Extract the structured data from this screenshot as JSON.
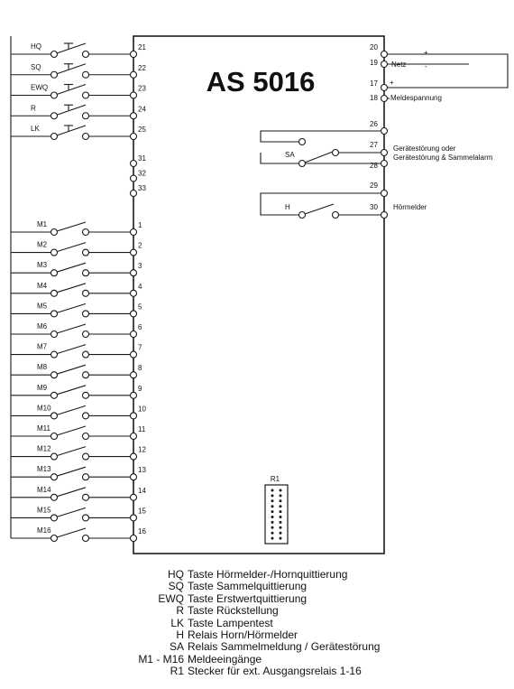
{
  "title": "AS 5016",
  "keys": [
    {
      "label": "HQ",
      "terminal": "21"
    },
    {
      "label": "SQ",
      "terminal": "22"
    },
    {
      "label": "EWQ",
      "terminal": "23"
    },
    {
      "label": "R",
      "terminal": "24"
    },
    {
      "label": "LK",
      "terminal": "25"
    }
  ],
  "spare_terminals": [
    "31",
    "32",
    "33"
  ],
  "inputs": [
    {
      "label": "M1",
      "terminal": "1"
    },
    {
      "label": "M2",
      "terminal": "2"
    },
    {
      "label": "M3",
      "terminal": "3"
    },
    {
      "label": "M4",
      "terminal": "4"
    },
    {
      "label": "M5",
      "terminal": "5"
    },
    {
      "label": "M6",
      "terminal": "6"
    },
    {
      "label": "M7",
      "terminal": "7"
    },
    {
      "label": "M8",
      "terminal": "8"
    },
    {
      "label": "M9",
      "terminal": "9"
    },
    {
      "label": "M10",
      "terminal": "10"
    },
    {
      "label": "M11",
      "terminal": "11"
    },
    {
      "label": "M12",
      "terminal": "12"
    },
    {
      "label": "M13",
      "terminal": "13"
    },
    {
      "label": "M14",
      "terminal": "14"
    },
    {
      "label": "M15",
      "terminal": "15"
    },
    {
      "label": "M16",
      "terminal": "16"
    }
  ],
  "right_side": {
    "t20": "20",
    "t19": "19",
    "t17": "17",
    "t18": "18",
    "t26": "26",
    "t27": "27",
    "t28": "28",
    "t29": "29",
    "t30": "30",
    "plus_1": "+",
    "minus_1": "-",
    "plus_2": "+",
    "netz": "Netz",
    "meldespannung": "Meldespannung",
    "sa_label": "SA",
    "h_label": "H",
    "geraetestoerung_1": "Gerätestörung oder",
    "geraetestoerung_2": "Gerätestörung & Sammelalarm",
    "hoermelder": "Hörmelder"
  },
  "connector": {
    "label": "R1"
  },
  "legend": [
    {
      "code": "HQ",
      "text": "Taste Hörmelder-/Hornquittierung"
    },
    {
      "code": "SQ",
      "text": "Taste Sammelquittierung"
    },
    {
      "code": "EWQ",
      "text": "Taste Erstwertquittierung"
    },
    {
      "code": "R",
      "text": "Taste Rückstellung"
    },
    {
      "code": "LK",
      "text": "Taste Lampentest"
    },
    {
      "code": "H",
      "text": "Relais Horn/Hörmelder"
    },
    {
      "code": "SA",
      "text": "Relais Sammelmeldung / Gerätestörung"
    },
    {
      "code": "M1 - M16",
      "text": "Meldeeingänge"
    },
    {
      "code": "R1",
      "text": "Stecker für ext. Ausgangsrelais 1-16"
    }
  ]
}
